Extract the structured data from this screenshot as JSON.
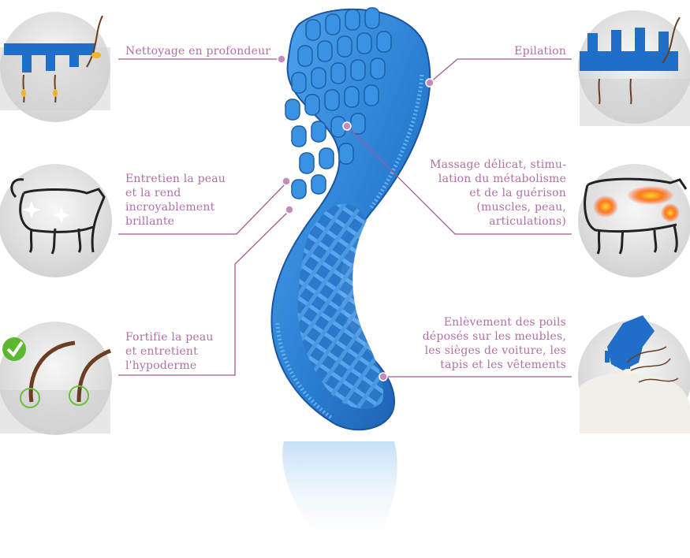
{
  "features": {
    "deep_cleaning": {
      "lines": [
        "Nettoyage en profondeur"
      ]
    },
    "shiny_skin": {
      "lines": [
        "Entretien la peau",
        "et la rend",
        "incroyablement",
        "brillante"
      ]
    },
    "fortify_skin": {
      "lines": [
        "Fortifie la peau",
        "et entretient",
        "l'hypoderme"
      ]
    },
    "hair_removal": {
      "lines": [
        "Epilation"
      ]
    },
    "massage": {
      "lines": [
        "Massage délicat, stimu-",
        "lation du métabolisme",
        "et de la guérison",
        "(muscles, peau,",
        "articulations)"
      ]
    },
    "furniture": {
      "lines": [
        "Enlèvement des poils",
        "déposés sur les meubles,",
        "les sièges de voiture, les",
        "tapis et les vêtements"
      ]
    }
  },
  "colors": {
    "label": "#b26fa8",
    "leader": "#a05b98",
    "dot": "#c58bbd",
    "brush": "#2f86d6",
    "brush_dark": "#1f5fae",
    "circle_bg": "#d9d9d9",
    "hair": "#6b3d22"
  }
}
